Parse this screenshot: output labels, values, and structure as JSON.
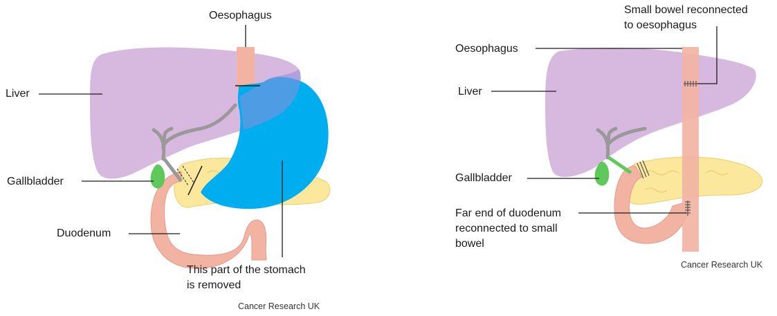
{
  "left_diagram": {
    "labels": {
      "oesophagus": "Oesophagus",
      "liver": "Liver",
      "gallbladder": "Gallbladder",
      "duodenum": "Duodenum",
      "removed_line1": "This part of the stomach",
      "removed_line2": "is removed"
    },
    "credit": "Cancer Research UK"
  },
  "right_diagram": {
    "labels": {
      "bowel_line1": "Small bowel reconnected",
      "bowel_line2": "to oesophagus",
      "oesophagus": "Oesophagus",
      "liver": "Liver",
      "gallbladder": "Gallbladder",
      "duodenum_line1": "Far end of duodenum",
      "duodenum_line2": "reconnected to small",
      "duodenum_line3": "bowel"
    },
    "credit": "Cancer Research UK"
  },
  "colors": {
    "liver": "#d5b4dd",
    "stomach": "#00aeef",
    "oesophagus": "#f2b3a3",
    "gallbladder": "#5fc85a",
    "pancreas": "#fbe89c",
    "duodenum": "#f2b3a3",
    "bile_duct": "#999999",
    "leader_line": "#1a1a1a"
  }
}
